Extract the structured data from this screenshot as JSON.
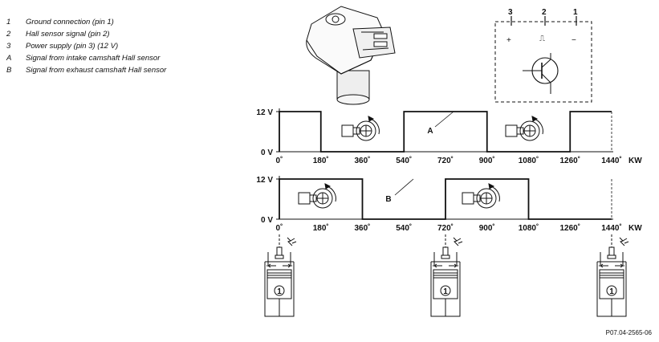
{
  "legend": [
    {
      "key": "1",
      "text": "Ground connection (pin 1)"
    },
    {
      "key": "2",
      "text": "Hall sensor signal (pin 2)"
    },
    {
      "key": "3",
      "text": "Power supply (pin 3) (12 V)"
    },
    {
      "key": "A",
      "text": "Signal from intake camshaft Hall sensor"
    },
    {
      "key": "B",
      "text": "Signal from exhaust camshaft Hall sensor"
    }
  ],
  "schematic": {
    "pins": [
      "3",
      "2",
      "1"
    ],
    "symbols": [
      "+",
      "⎍",
      "−"
    ]
  },
  "axis": {
    "ticks": [
      "0˚",
      "180˚",
      "360˚",
      "540˚",
      "720˚",
      "900˚",
      "1080˚",
      "1260˚",
      "1440˚"
    ],
    "unit": "KW",
    "y_high": "12 V",
    "y_low": "0 V"
  },
  "signals": [
    {
      "label": "A",
      "high_intervals": [
        [
          0,
          180
        ],
        [
          540,
          900
        ],
        [
          1260,
          1440
        ]
      ]
    },
    {
      "label": "B",
      "high_intervals": [
        [
          0,
          360
        ],
        [
          720,
          1080
        ]
      ]
    }
  ],
  "cylinder_number": "1",
  "reference_code": "P07.04-2565-06"
}
